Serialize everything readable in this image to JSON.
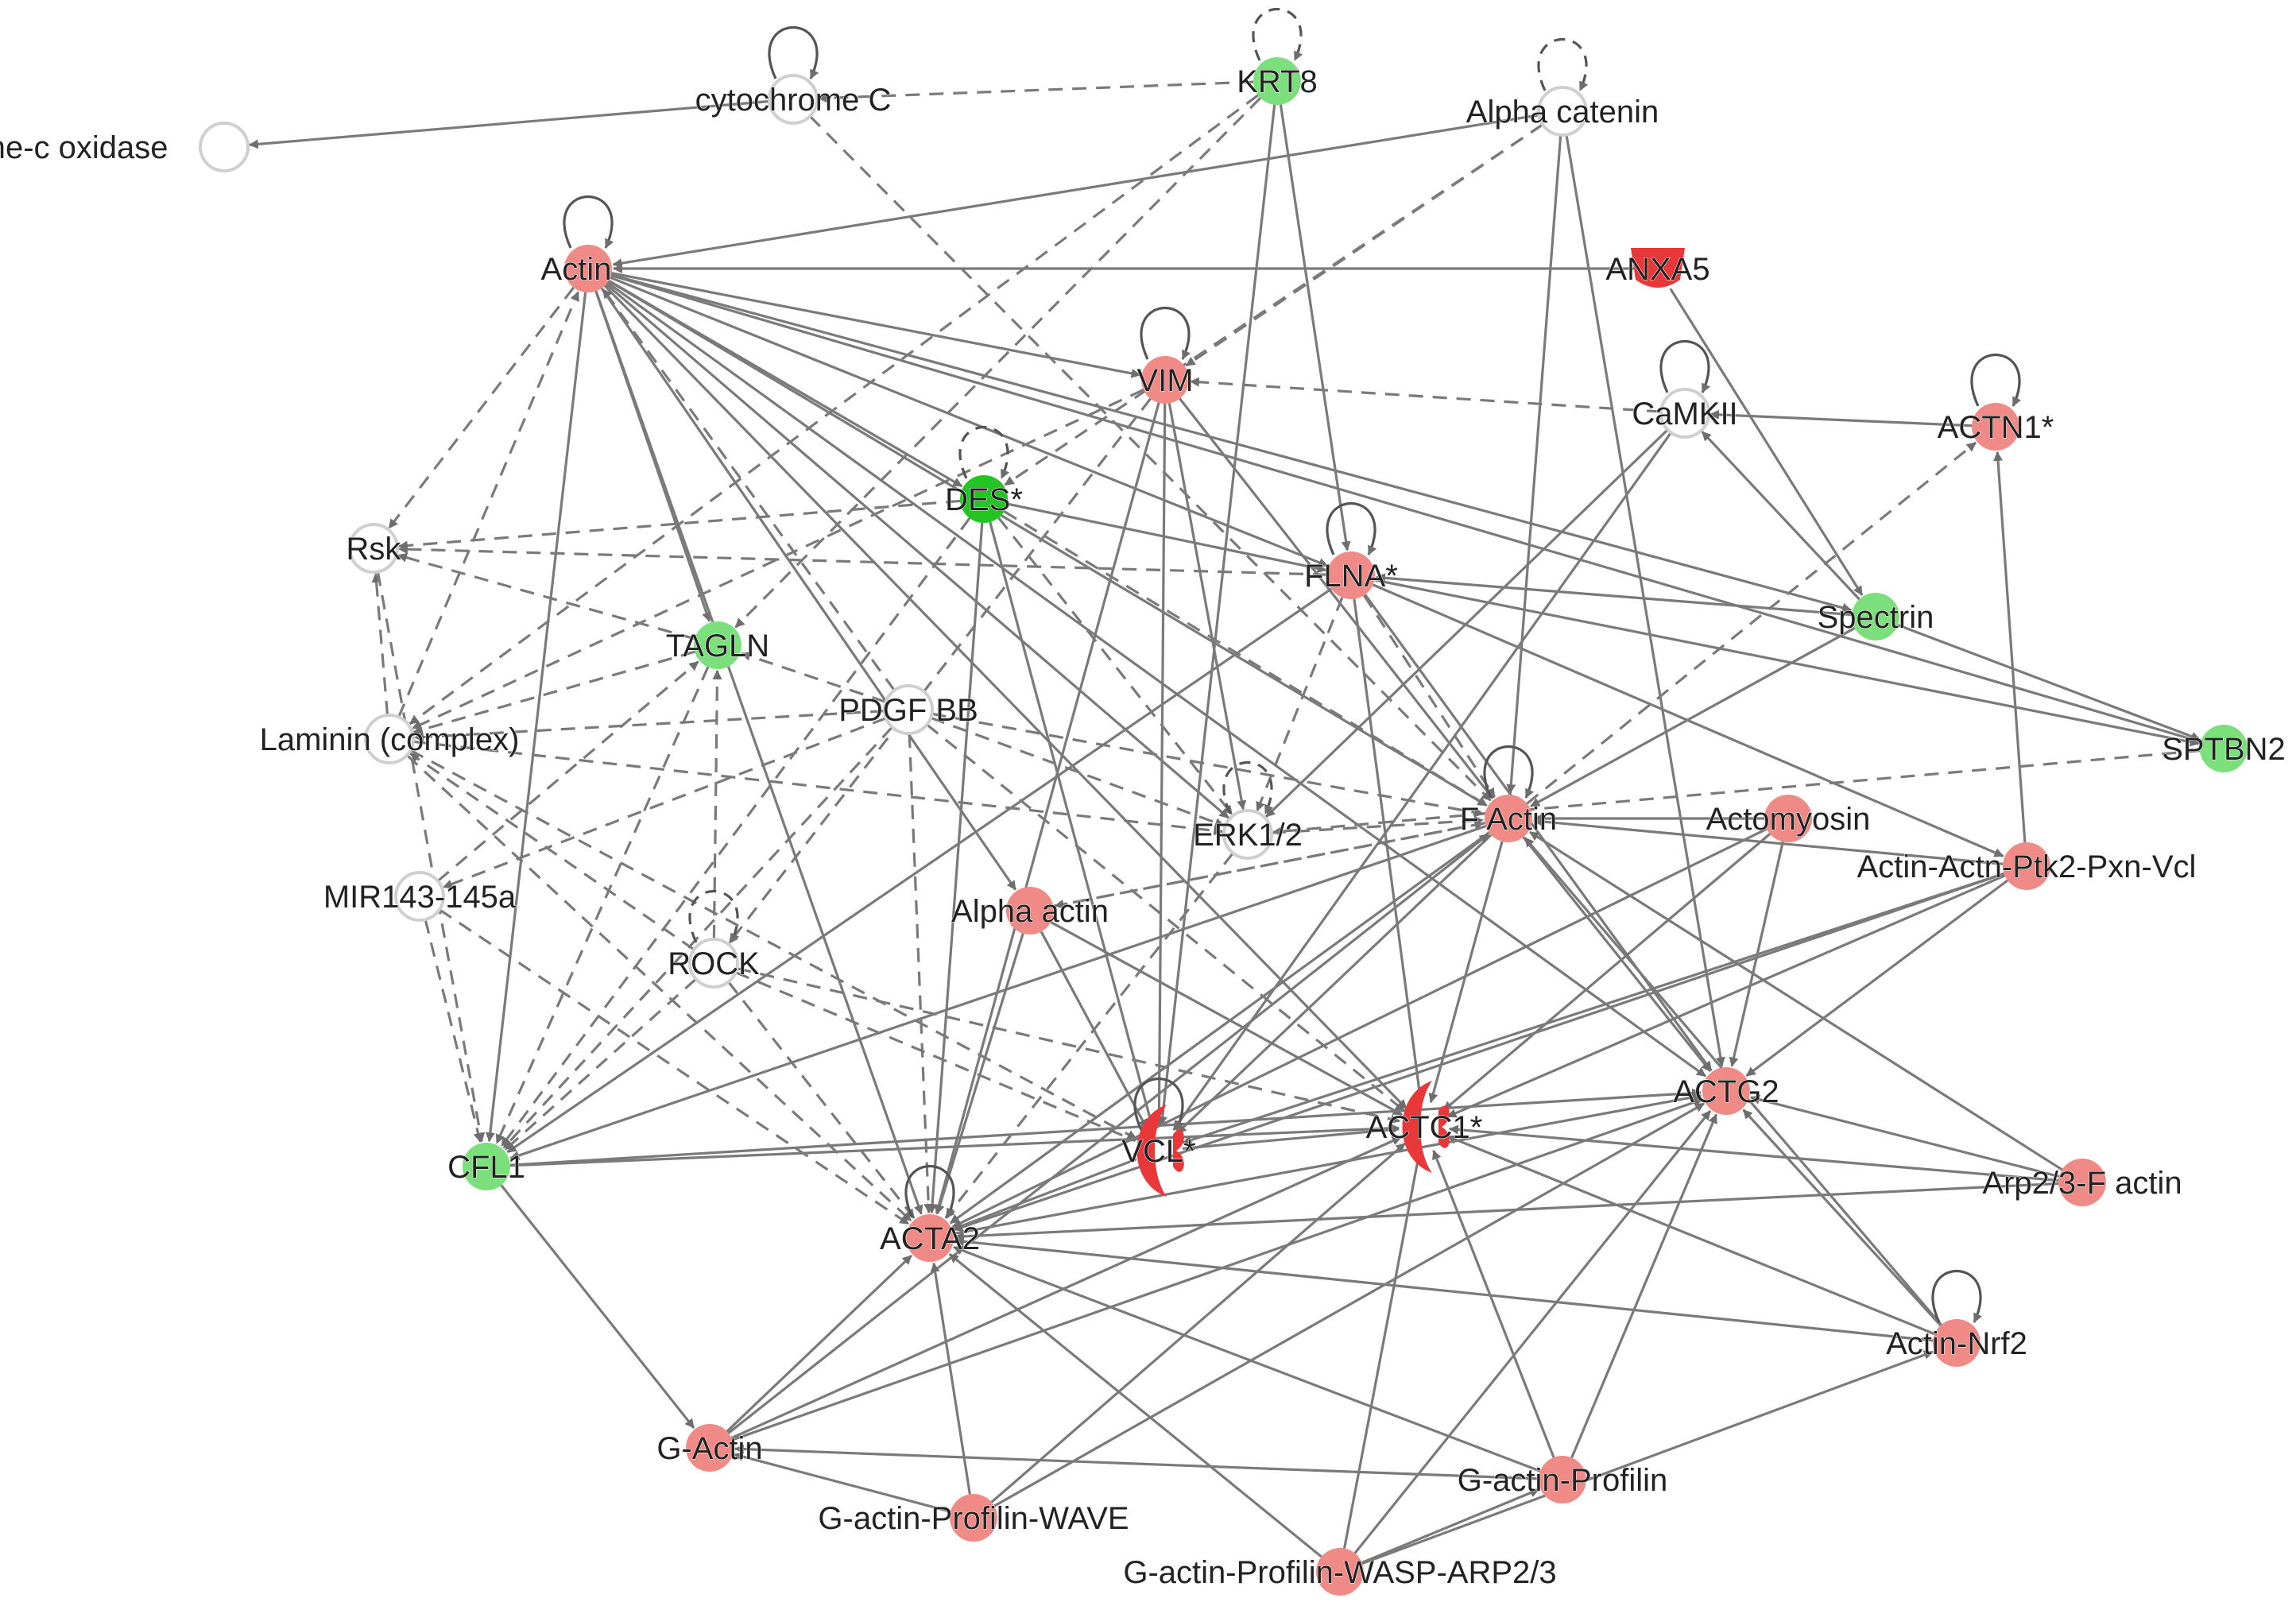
{
  "colors": {
    "strong_up": "#e8383a",
    "up": "#f08a86",
    "down": "#7be07b",
    "strong_down": "#22c422",
    "neutral_fill": "#ffffff",
    "neutral_stroke": "#cfcfcf",
    "edge": "#7a7a7a"
  },
  "nodes": [
    {
      "id": "cytochrome-c-oxidase",
      "label": "cytochrome-c oxidase",
      "status": "neutral"
    },
    {
      "id": "cytochrome-c",
      "label": "cytochrome C",
      "status": "neutral"
    },
    {
      "id": "krt8",
      "label": "KRT8",
      "status": "down"
    },
    {
      "id": "alpha-catenin",
      "label": "Alpha catenin",
      "status": "neutral"
    },
    {
      "id": "actin",
      "label": "Actin",
      "status": "up"
    },
    {
      "id": "anxa5",
      "label": "ANXA5",
      "status": "strong_up"
    },
    {
      "id": "vim",
      "label": "VIM",
      "status": "up"
    },
    {
      "id": "camkii",
      "label": "CaMKII",
      "status": "neutral"
    },
    {
      "id": "actn1",
      "label": "ACTN1*",
      "status": "up"
    },
    {
      "id": "des",
      "label": "DES*",
      "status": "strong_down"
    },
    {
      "id": "rsk",
      "label": "Rsk",
      "status": "neutral"
    },
    {
      "id": "flna",
      "label": "FLNA*",
      "status": "up"
    },
    {
      "id": "spectrin",
      "label": "Spectrin",
      "status": "down"
    },
    {
      "id": "tagln",
      "label": "TAGLN",
      "status": "down"
    },
    {
      "id": "pdgf-bb",
      "label": "PDGF BB",
      "status": "neutral"
    },
    {
      "id": "laminin",
      "label": "Laminin (complex)",
      "status": "neutral"
    },
    {
      "id": "sptbn2",
      "label": "SPTBN2",
      "status": "down"
    },
    {
      "id": "f-actin",
      "label": "F Actin",
      "status": "up"
    },
    {
      "id": "actomyosin",
      "label": "Actomyosin",
      "status": "up"
    },
    {
      "id": "erk12",
      "label": "ERK1/2",
      "status": "neutral"
    },
    {
      "id": "actin-actn",
      "label": "Actin-Actn-Ptk2-Pxn-Vcl",
      "status": "up"
    },
    {
      "id": "mir143",
      "label": "MIR143-145a",
      "status": "neutral"
    },
    {
      "id": "alpha-actin",
      "label": "Alpha actin",
      "status": "up"
    },
    {
      "id": "rock",
      "label": "ROCK",
      "status": "neutral"
    },
    {
      "id": "actg2",
      "label": "ACTG2",
      "status": "up"
    },
    {
      "id": "vcl",
      "label": "VCL*",
      "status": "strong_up"
    },
    {
      "id": "actc1",
      "label": "ACTC1*",
      "status": "strong_up"
    },
    {
      "id": "cfl1",
      "label": "CFL1",
      "status": "down"
    },
    {
      "id": "arp23",
      "label": "Arp2/3-F actin",
      "status": "up"
    },
    {
      "id": "acta2",
      "label": "ACTA2",
      "status": "up"
    },
    {
      "id": "actin-nrf2",
      "label": "Actin-Nrf2",
      "status": "up"
    },
    {
      "id": "g-actin",
      "label": "G-Actin",
      "status": "up"
    },
    {
      "id": "g-actin-profilin",
      "label": "G-actin-Profilin",
      "status": "up"
    },
    {
      "id": "g-actin-profilin-wave",
      "label": "G-actin-Profilin-WAVE",
      "status": "up"
    },
    {
      "id": "g-actin-profilin-wasp",
      "label": "G-actin-Profilin-WASP-ARP2/3",
      "status": "up"
    }
  ],
  "edges": [
    [
      "cytochrome-c",
      "cytochrome-c-oxidase",
      0
    ],
    [
      "krt8",
      "cytochrome-c",
      1
    ],
    [
      "alpha-catenin",
      "actin",
      0
    ],
    [
      "anxa5",
      "actin",
      0
    ],
    [
      "alpha-catenin",
      "vim",
      1
    ],
    [
      "alpha-catenin",
      "f-actin",
      0
    ],
    [
      "alpha-catenin",
      "actg2",
      0
    ],
    [
      "alpha-catenin",
      "des",
      1
    ],
    [
      "anxa5",
      "spectrin",
      0
    ],
    [
      "camkii",
      "vim",
      1
    ],
    [
      "actn1",
      "camkii",
      0
    ],
    [
      "spectrin",
      "camkii",
      0
    ],
    [
      "camkii",
      "erk12",
      0
    ],
    [
      "camkii",
      "vcl",
      0
    ],
    [
      "actin",
      "rsk",
      1
    ],
    [
      "actin",
      "tagln",
      0
    ],
    [
      "actin",
      "cfl1",
      0
    ],
    [
      "actin",
      "acta2",
      0
    ],
    [
      "actin",
      "des",
      0
    ],
    [
      "actin",
      "flna",
      0
    ],
    [
      "actin",
      "vim",
      0
    ],
    [
      "actin",
      "actc1",
      0
    ],
    [
      "actin",
      "actg2",
      0
    ],
    [
      "actin",
      "f-actin",
      0
    ],
    [
      "actin",
      "sptbn2",
      0
    ],
    [
      "actin",
      "spectrin",
      0
    ],
    [
      "actin",
      "alpha-actin",
      0
    ],
    [
      "actin",
      "erk12",
      0
    ],
    [
      "pdgf-bb",
      "actin",
      1
    ],
    [
      "laminin",
      "actin",
      1
    ],
    [
      "krt8",
      "flna",
      0
    ],
    [
      "krt8",
      "vcl",
      0
    ],
    [
      "krt8",
      "tagln",
      1
    ],
    [
      "krt8",
      "laminin",
      1
    ],
    [
      "cytochrome-c",
      "f-actin",
      1
    ],
    [
      "vim",
      "acta2",
      0
    ],
    [
      "vim",
      "vcl",
      0
    ],
    [
      "vim",
      "f-actin",
      0
    ],
    [
      "vim",
      "erk12",
      0
    ],
    [
      "vim",
      "rock",
      1
    ],
    [
      "vim",
      "laminin",
      1
    ],
    [
      "des",
      "acta2",
      0
    ],
    [
      "des",
      "flna",
      0
    ],
    [
      "des",
      "rsk",
      1
    ],
    [
      "des",
      "erk12",
      1
    ],
    [
      "des",
      "vcl",
      0
    ],
    [
      "des",
      "f-actin",
      1
    ],
    [
      "des",
      "cfl1",
      1
    ],
    [
      "flna",
      "rsk",
      1
    ],
    [
      "flna",
      "sptbn2",
      0
    ],
    [
      "flna",
      "f-actin",
      1
    ],
    [
      "flna",
      "actg2",
      0
    ],
    [
      "flna",
      "cfl1",
      0
    ],
    [
      "flna",
      "actc1",
      0
    ],
    [
      "flna",
      "erk12",
      1
    ],
    [
      "flna",
      "actin-actn",
      0
    ],
    [
      "spectrin",
      "flna",
      0
    ],
    [
      "spectrin",
      "f-actin",
      0
    ],
    [
      "spectrin",
      "sptbn2",
      0
    ],
    [
      "sptbn2",
      "erk12",
      1
    ],
    [
      "tagln",
      "laminin",
      1
    ],
    [
      "pdgf-bb",
      "tagln",
      1
    ],
    [
      "rock",
      "tagln",
      1
    ],
    [
      "tagln",
      "cfl1",
      1
    ],
    [
      "laminin",
      "rsk",
      1
    ],
    [
      "tagln",
      "rsk",
      1
    ],
    [
      "pdgf-bb",
      "laminin",
      1
    ],
    [
      "rock",
      "laminin",
      1
    ],
    [
      "pdgf-bb",
      "cfl1",
      1
    ],
    [
      "pdgf-bb",
      "acta2",
      1
    ],
    [
      "pdgf-bb",
      "erk12",
      1
    ],
    [
      "pdgf-bb",
      "f-actin",
      1
    ],
    [
      "pdgf-bb",
      "actc1",
      1
    ],
    [
      "pdgf-bb",
      "mir143",
      1
    ],
    [
      "mir143",
      "cfl1",
      1
    ],
    [
      "mir143",
      "acta2",
      1
    ],
    [
      "mir143",
      "tagln",
      1
    ],
    [
      "rsk",
      "cfl1",
      1
    ],
    [
      "rock",
      "cfl1",
      1
    ],
    [
      "rock",
      "acta2",
      1
    ],
    [
      "rock",
      "actc1",
      1
    ],
    [
      "rock",
      "vcl",
      1
    ],
    [
      "laminin",
      "acta2",
      1
    ],
    [
      "laminin",
      "erk12",
      1
    ],
    [
      "laminin",
      "vcl",
      1
    ],
    [
      "erk12",
      "acta2",
      1
    ],
    [
      "erk12",
      "f-actin",
      1
    ],
    [
      "alpha-actin",
      "acta2",
      0
    ],
    [
      "alpha-actin",
      "actc1",
      0
    ],
    [
      "alpha-actin",
      "vcl",
      0
    ],
    [
      "alpha-actin",
      "f-actin",
      1
    ],
    [
      "f-actin",
      "alpha-actin",
      1
    ],
    [
      "f-actin",
      "acta2",
      0
    ],
    [
      "f-actin",
      "actc1",
      0
    ],
    [
      "f-actin",
      "actg2",
      0
    ],
    [
      "f-actin",
      "actn1",
      1
    ],
    [
      "f-actin",
      "cfl1",
      0
    ],
    [
      "f-actin",
      "vcl",
      0
    ],
    [
      "actomyosin",
      "f-actin",
      0
    ],
    [
      "actomyosin",
      "actg2",
      0
    ],
    [
      "actomyosin",
      "acta2",
      0
    ],
    [
      "actomyosin",
      "actc1",
      0
    ],
    [
      "actin-actn",
      "actn1",
      0
    ],
    [
      "actin-actn",
      "actg2",
      0
    ],
    [
      "actin-actn",
      "actc1",
      0
    ],
    [
      "actin-actn",
      "acta2",
      0
    ],
    [
      "actin-actn",
      "vcl",
      0
    ],
    [
      "actin-actn",
      "f-actin",
      0
    ],
    [
      "arp23",
      "actg2",
      0
    ],
    [
      "arp23",
      "acta2",
      0
    ],
    [
      "arp23",
      "f-actin",
      0
    ],
    [
      "arp23",
      "actc1",
      0
    ],
    [
      "actin-nrf2",
      "actg2",
      0
    ],
    [
      "actin-nrf2",
      "acta2",
      0
    ],
    [
      "actin-nrf2",
      "actc1",
      0
    ],
    [
      "actin-nrf2",
      "f-actin",
      0
    ],
    [
      "cfl1",
      "actg2",
      0
    ],
    [
      "cfl1",
      "actc1",
      0
    ],
    [
      "cfl1",
      "g-actin",
      0
    ],
    [
      "g-actin",
      "acta2",
      0
    ],
    [
      "g-actin",
      "actc1",
      0
    ],
    [
      "g-actin",
      "actg2",
      0
    ],
    [
      "g-actin",
      "f-actin",
      0
    ],
    [
      "g-actin-profilin",
      "g-actin",
      0
    ],
    [
      "g-actin-profilin",
      "actg2",
      0
    ],
    [
      "g-actin-profilin",
      "actc1",
      0
    ],
    [
      "g-actin-profilin",
      "acta2",
      0
    ],
    [
      "g-actin-profilin-wave",
      "g-actin",
      0
    ],
    [
      "g-actin-profilin-wave",
      "acta2",
      0
    ],
    [
      "g-actin-profilin-wave",
      "actc1",
      0
    ],
    [
      "g-actin-profilin-wave",
      "actg2",
      0
    ],
    [
      "g-actin-profilin-wasp",
      "g-actin-profilin",
      0
    ],
    [
      "g-actin-profilin-wasp",
      "acta2",
      0
    ],
    [
      "g-actin-profilin-wasp",
      "actc1",
      0
    ],
    [
      "g-actin-profilin-wasp",
      "actg2",
      0
    ],
    [
      "g-actin-profilin-wasp",
      "actin-nrf2",
      0
    ],
    [
      "vcl",
      "acta2",
      0
    ],
    [
      "vcl",
      "actc1",
      0
    ],
    [
      "acta2",
      "actg2",
      0
    ]
  ],
  "self_loops": [
    {
      "node": "cytochrome-c",
      "dashed": false
    },
    {
      "node": "krt8",
      "dashed": true
    },
    {
      "node": "alpha-catenin",
      "dashed": true
    },
    {
      "node": "actin",
      "dashed": false
    },
    {
      "node": "vim",
      "dashed": false
    },
    {
      "node": "camkii",
      "dashed": false
    },
    {
      "node": "actn1",
      "dashed": false
    },
    {
      "node": "des",
      "dashed": true
    },
    {
      "node": "flna",
      "dashed": false
    },
    {
      "node": "f-actin",
      "dashed": false
    },
    {
      "node": "erk12",
      "dashed": true
    },
    {
      "node": "rock",
      "dashed": true
    },
    {
      "node": "vcl",
      "dashed": false
    },
    {
      "node": "acta2",
      "dashed": false
    },
    {
      "node": "actin-nrf2",
      "dashed": false
    }
  ]
}
